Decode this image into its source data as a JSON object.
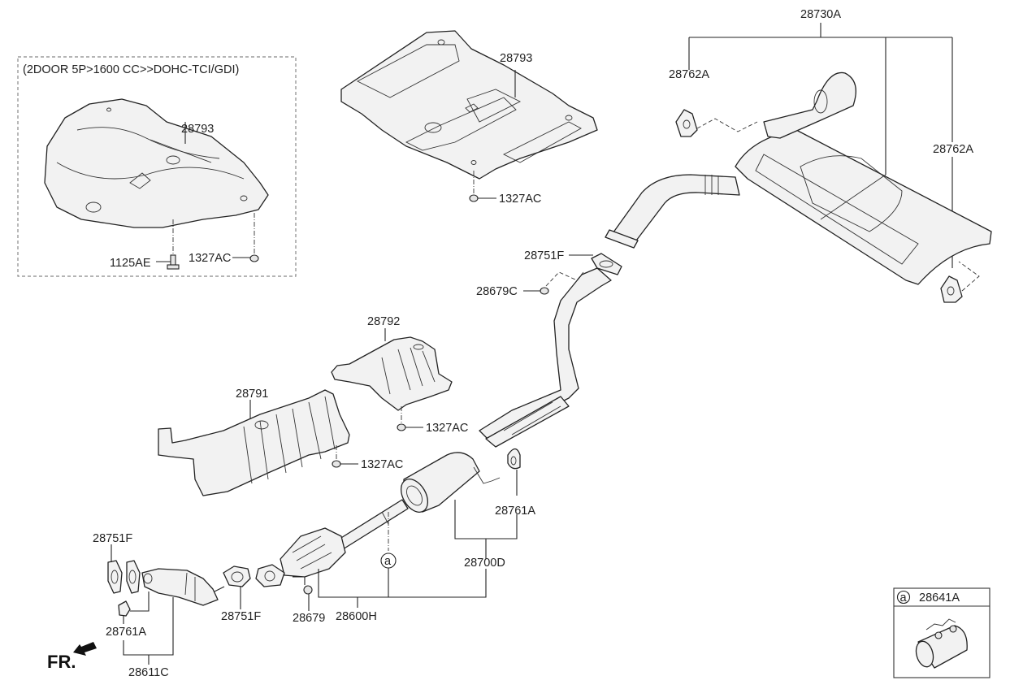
{
  "diagram": {
    "title": "Exhaust System Parts Diagram",
    "variant_box": {
      "caption": "(2DOOR 5P>1600 CC>>DOHC-TCI/GDI)",
      "labels": {
        "heat_protector": "28793",
        "bolt": "1125AE",
        "nut": "1327AC"
      }
    },
    "labels": {
      "front_heat_protector_upper": "28793",
      "nut_upper": "1327AC",
      "rear_muffler_assy": "28730A",
      "hanger_left": "28762A",
      "hanger_right": "28762A",
      "gasket_rear": "28751F",
      "nut_rear": "28679C",
      "heat_protector_center": "28792",
      "nut_center": "1327AC",
      "heat_protector_front": "28791",
      "nut_front": "1327AC",
      "hanger_center": "28761A",
      "center_muffler_assy": "28700D",
      "callout_a": "a",
      "front_pipe_assy": "28600H",
      "nut_front_pipe": "28679",
      "gasket_front_pipe": "28751F",
      "gasket_manifold": "28751F",
      "hanger_front": "28761A",
      "catalytic_converter": "28611C"
    },
    "front_indicator": "FR.",
    "inset": {
      "callout": "a",
      "part_number": "28641A",
      "part": "clamp"
    }
  }
}
